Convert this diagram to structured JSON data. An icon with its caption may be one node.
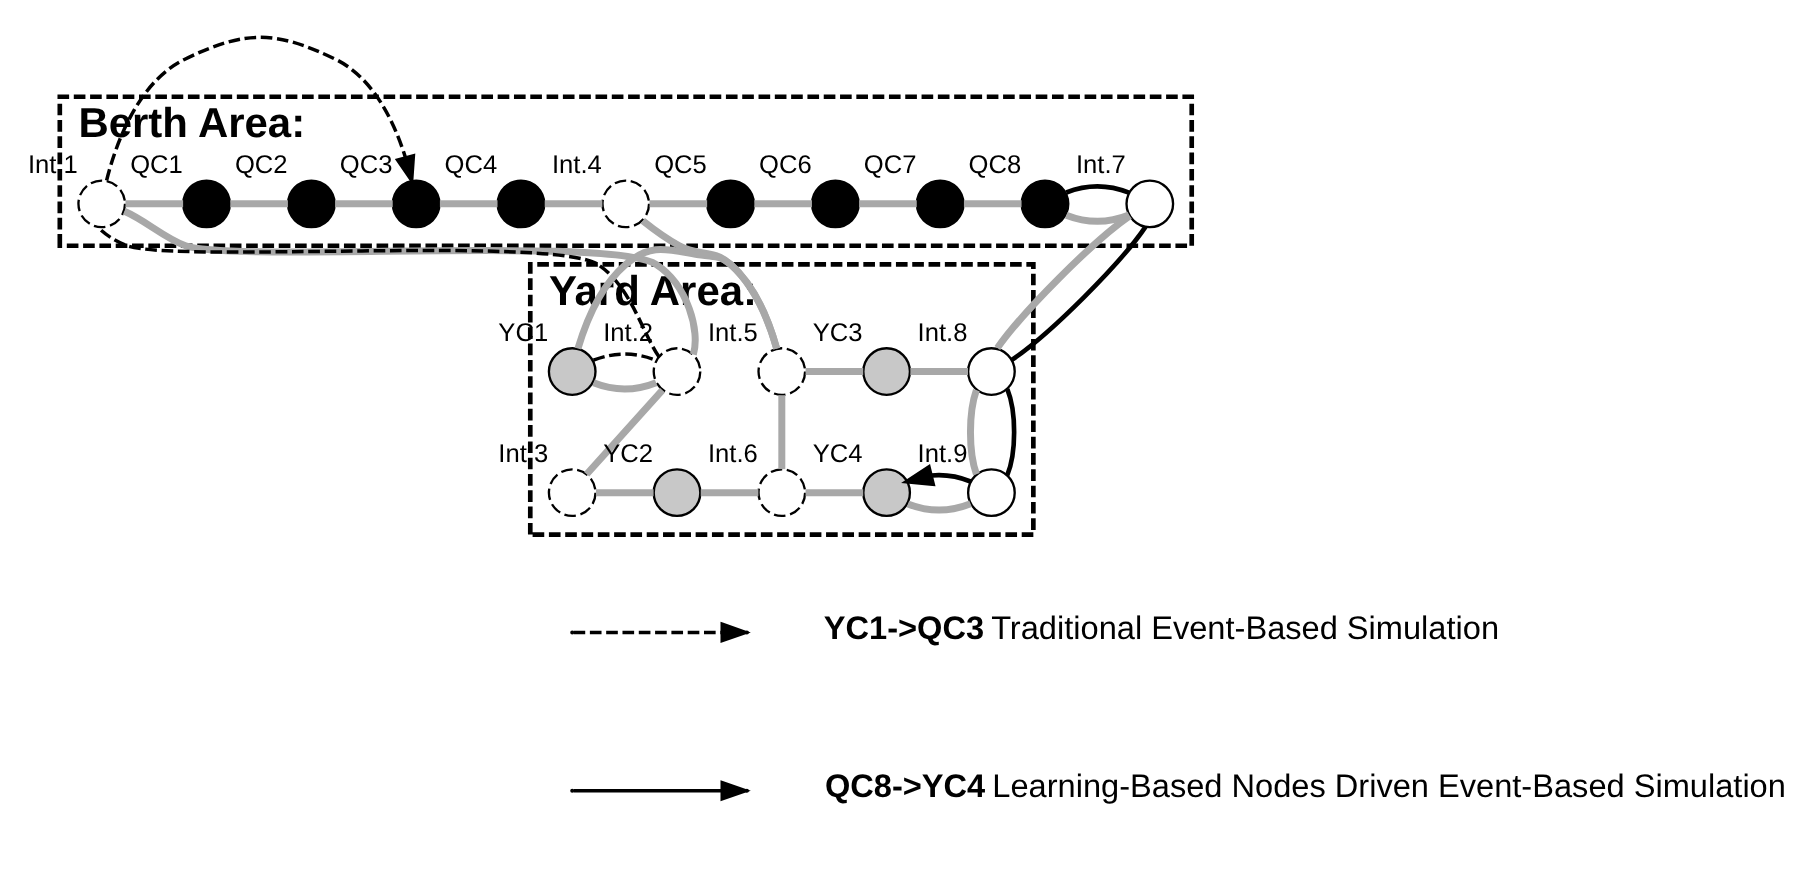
{
  "diagram": {
    "nodes": [
      {
        "text": [
          "Berth Area:"
        ]
      },
      {
        "text": [],
        "shape": "circle",
        "beside": [
          "Int.1"
        ],
        "in": 0
      },
      {
        "text": [],
        "shape": "circle",
        "beside": [
          "QC1"
        ],
        "in": 0
      },
      {
        "text": [],
        "shape": "circle",
        "beside": [
          "QC2"
        ],
        "in": 0
      },
      {
        "text": [],
        "shape": "circle",
        "beside": [
          "QC3"
        ],
        "in": 0
      },
      {
        "text": [],
        "shape": "circle",
        "beside": [
          "QC4"
        ],
        "in": 0
      },
      {
        "text": [],
        "shape": "circle",
        "beside": [
          "Int.4"
        ],
        "in": 0
      },
      {
        "text": [],
        "shape": "circle",
        "beside": [
          "QC5"
        ],
        "in": 0
      },
      {
        "text": [],
        "shape": "circle",
        "beside": [
          "QC6"
        ],
        "in": 0
      },
      {
        "text": [],
        "shape": "circle",
        "beside": [
          "QC7"
        ],
        "in": 0
      },
      {
        "text": [],
        "shape": "circle",
        "beside": [
          "QC8"
        ],
        "in": 0
      },
      {
        "text": [],
        "shape": "circle",
        "beside": [
          "Int.7"
        ],
        "in": 0
      },
      {
        "text": [
          "Yard Area:"
        ]
      },
      {
        "text": [],
        "shape": "circle",
        "beside": [
          "Int.2"
        ],
        "in": 12
      },
      {
        "text": [],
        "shape": "circle",
        "beside": [
          "YC1"
        ],
        "in": 12
      },
      {
        "text": [],
        "shape": "circle",
        "beside": [
          "Int.5"
        ],
        "in": 12
      },
      {
        "text": [],
        "shape": "circle",
        "beside": [
          "YC3"
        ],
        "in": 12
      },
      {
        "text": [],
        "shape": "circle",
        "beside": [
          "Int.8"
        ],
        "in": 12
      },
      {
        "text": [],
        "shape": "circle",
        "beside": [
          "Int.3"
        ],
        "in": 12
      },
      {
        "text": [],
        "shape": "circle",
        "beside": [
          "YC2"
        ],
        "in": 12
      },
      {
        "text": [],
        "shape": "circle",
        "beside": [
          "Int.6"
        ],
        "in": 12
      },
      {
        "text": [],
        "shape": "circle",
        "beside": [
          "YC4"
        ],
        "in": 12
      },
      {
        "text": [],
        "shape": "circle",
        "beside": [
          "Int.9"
        ],
        "in": 12
      }
    ],
    "edges": [
      {
        "from": 1,
        "to": 2,
        "arrow": "none"
      },
      {
        "from": 2,
        "to": 3,
        "arrow": "none"
      },
      {
        "from": 3,
        "to": 4,
        "arrow": "none"
      },
      {
        "from": 4,
        "to": 5,
        "arrow": "none"
      },
      {
        "from": 5,
        "to": 6,
        "arrow": "none"
      },
      {
        "from": 6,
        "to": 7,
        "arrow": "none"
      },
      {
        "from": 7,
        "to": 8,
        "arrow": "none"
      },
      {
        "from": 8,
        "to": 9,
        "arrow": "none"
      },
      {
        "from": 9,
        "to": 10,
        "arrow": "none"
      },
      {
        "from": 10,
        "to": 11,
        "arrow": "none"
      },
      {
        "from": 1,
        "to": 13,
        "arrow": "none"
      },
      {
        "from": 6,
        "to": 15,
        "arrow": "none"
      },
      {
        "from": 11,
        "to": 17,
        "arrow": "none"
      },
      {
        "from": 13,
        "to": 14,
        "arrow": "none"
      },
      {
        "from": 14,
        "to": 15,
        "arrow": "none"
      },
      {
        "from": 15,
        "to": 16,
        "arrow": "none"
      },
      {
        "from": 16,
        "to": 17,
        "arrow": "none"
      },
      {
        "from": 13,
        "to": 18,
        "arrow": "none"
      },
      {
        "from": 15,
        "to": 20,
        "arrow": "none"
      },
      {
        "from": 17,
        "to": 22,
        "arrow": "none"
      },
      {
        "from": 18,
        "to": 19,
        "arrow": "none"
      },
      {
        "from": 19,
        "to": 20,
        "arrow": "none"
      },
      {
        "from": 20,
        "to": 21,
        "arrow": "none"
      },
      {
        "from": 21,
        "to": 22,
        "arrow": "none"
      },
      {
        "from": 14,
        "to": 13,
        "arrow": "none",
        "style": "dashed",
        "color": "#000000"
      },
      {
        "from": 13,
        "to": 1,
        "arrow": "none",
        "style": "dashed",
        "color": "#000000"
      },
      {
        "from": 1,
        "to": 4,
        "arrow": "to",
        "style": "dashed",
        "color": "#000000"
      },
      {
        "from": 10,
        "to": 11,
        "arrow": "none",
        "color": "#000000"
      },
      {
        "from": 11,
        "to": 17,
        "arrow": "none",
        "color": "#000000"
      },
      {
        "from": 17,
        "to": 22,
        "arrow": "none",
        "color": "#000000"
      },
      {
        "from": 22,
        "to": 21,
        "arrow": "to",
        "color": "#000000"
      }
    ],
    "legend": [
      {
        "text": "**YC1->QC3**  Traditional Event-Based Simulation"
      },
      {
        "text": "**QC8->YC4**  Learning-Based Nodes Driven Event-Based Simulation"
      }
    ]
  }
}
